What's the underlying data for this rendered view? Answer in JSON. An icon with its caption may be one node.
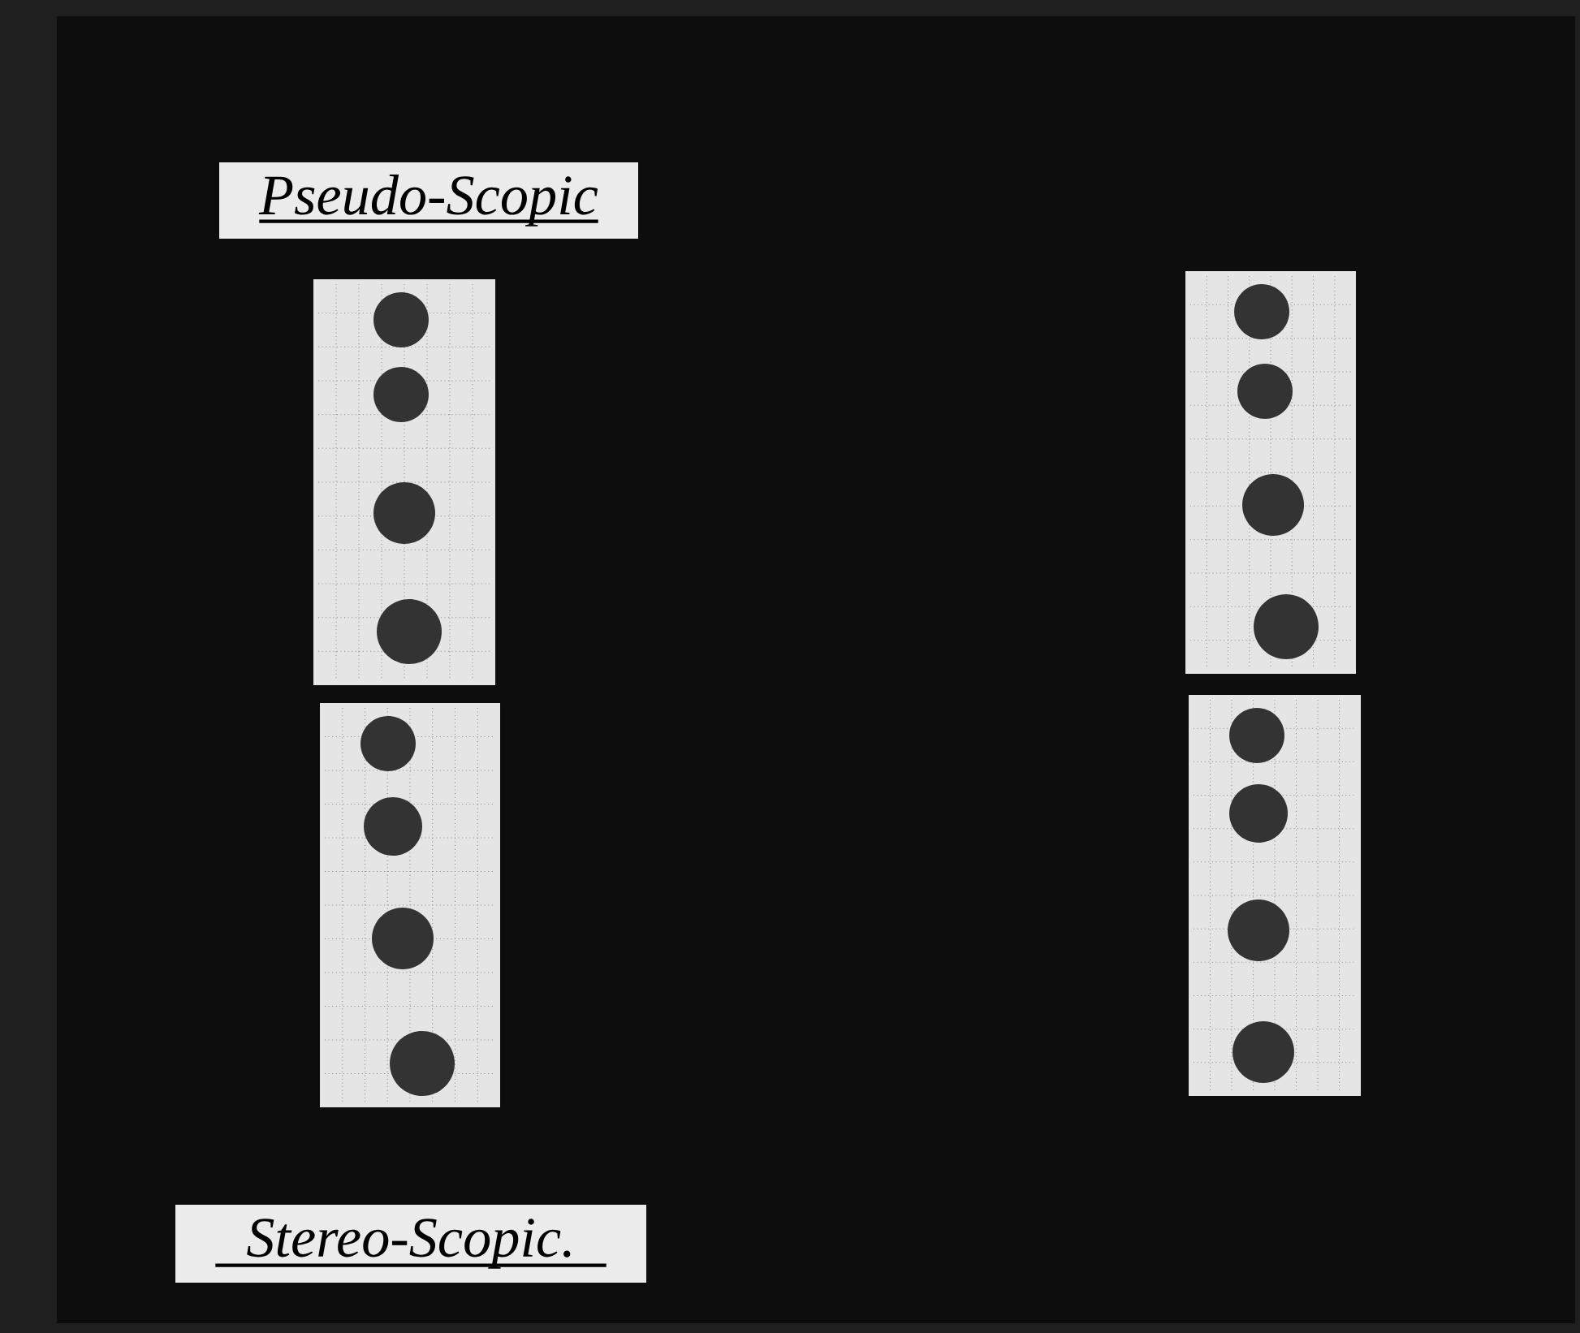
{
  "diagram": {
    "nodes": [
      {
        "text": [
          "Pseudo-Scopic"
        ]
      },
      {
        "text": [
          "Stereo-Scopic."
        ]
      },
      {
        "text": [],
        "shape": "box"
      },
      {
        "text": [],
        "shape": "box"
      },
      {
        "text": [],
        "shape": "box"
      },
      {
        "text": [],
        "shape": "box"
      }
    ]
  }
}
